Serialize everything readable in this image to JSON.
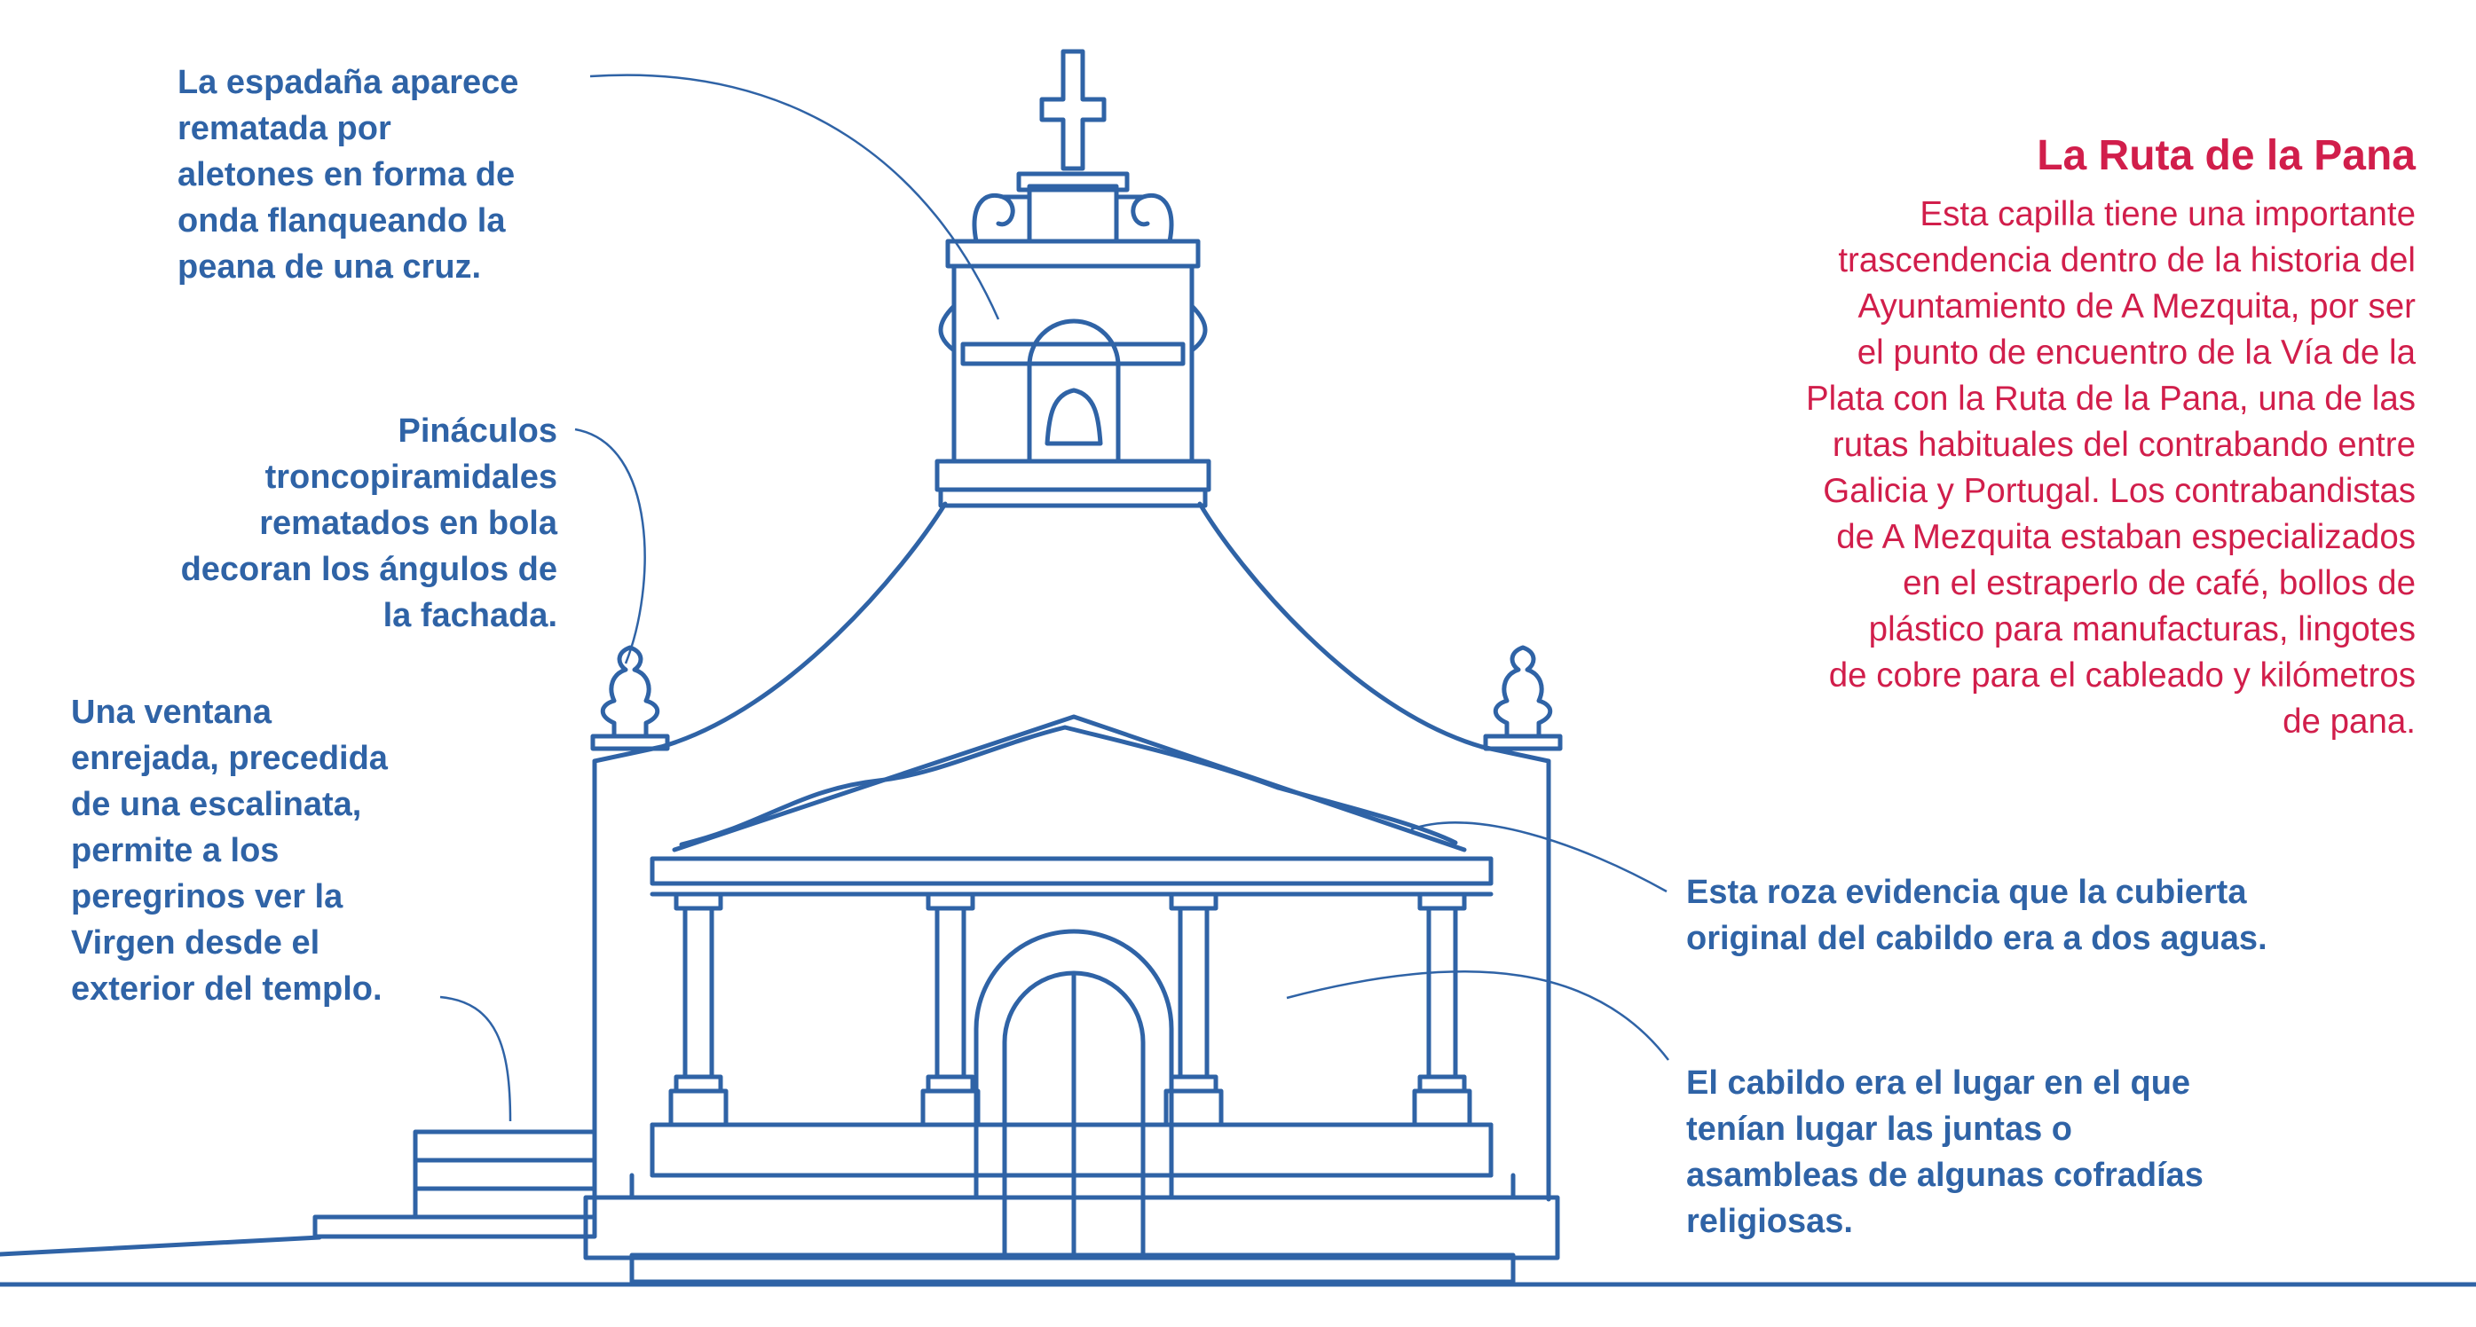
{
  "colors": {
    "line": "#2f63a6",
    "annotation_text": "#2f63a6",
    "accent": "#d11e4b",
    "background": "#ffffff"
  },
  "annotations": {
    "espadana": [
      "La espadaña aparece",
      "rematada por",
      "aletones en forma de",
      "onda flanqueando la",
      "peana de una cruz."
    ],
    "pinaculos": [
      "Pináculos",
      "troncopiramidales",
      "rematados en bola",
      "decoran los ángulos de",
      "la fachada."
    ],
    "ventana": [
      "Una ventana",
      "enrejada, precedida",
      "de una escalinata,",
      "permite a los",
      "peregrinos ver la",
      "Virgen desde el",
      "exterior del templo."
    ],
    "roza": [
      "Esta roza evidencia que la cubierta",
      "original del cabildo era a dos aguas."
    ],
    "cabildo": [
      "El cabildo era el lugar en el que",
      "tenían lugar las juntas o",
      "asambleas de algunas cofradías",
      "religiosas."
    ]
  },
  "info": {
    "title": "La Ruta de la Pana",
    "lines": [
      "Esta capilla tiene una importante",
      "trascendencia dentro de la historia del",
      "Ayuntamiento de A Mezquita, por ser",
      "el punto de encuentro de la Vía de la",
      "Plata con la Ruta de la Pana, una de las",
      "rutas habituales del contrabando entre",
      "Galicia y Portugal. Los contrabandistas",
      "de A Mezquita estaban especializados",
      "en el estraperlo de café, bollos de",
      "plástico para manufacturas, lingotes",
      "de cobre para el cableado y kilómetros",
      "de pana."
    ]
  }
}
